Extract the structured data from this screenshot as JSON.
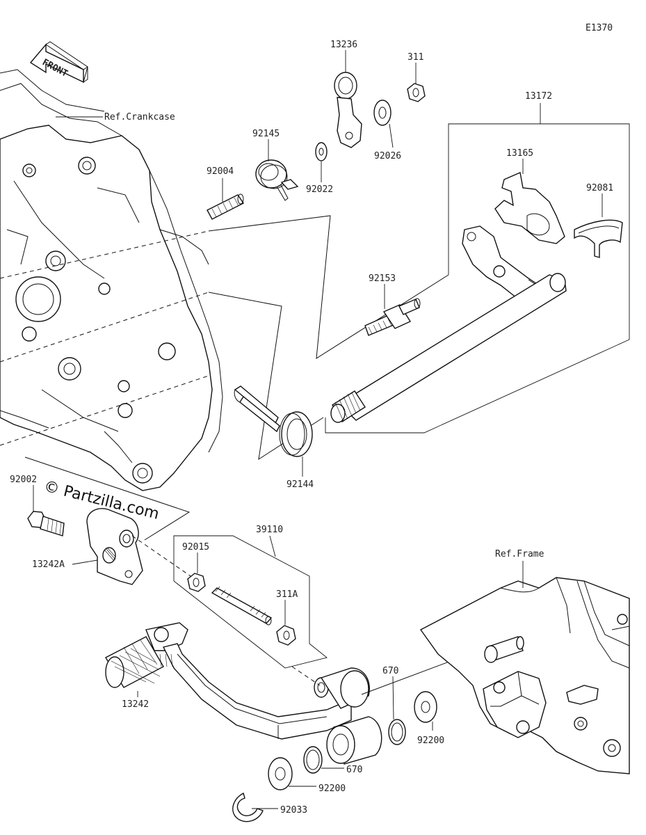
{
  "diagram_code": "E1370",
  "watermark": "© Partzilla.com",
  "front_arrow_label": "FRONT",
  "refs": {
    "crankcase": "Ref.Crankcase",
    "frame": "Ref.Frame"
  },
  "parts": {
    "p13236": "13236",
    "p311": "311",
    "p13172": "13172",
    "p92145": "92145",
    "p92004": "92004",
    "p92022": "92022",
    "p92026": "92026",
    "p13165": "13165",
    "p92081": "92081",
    "p92153": "92153",
    "p92144": "92144",
    "p92002": "92002",
    "p13242A": "13242A",
    "p39110": "39110",
    "p92015": "92015",
    "p311A": "311A",
    "p13242": "13242",
    "p670a": "670",
    "p92200a": "92200",
    "p670b": "670",
    "p92200b": "92200",
    "p92033": "92033"
  }
}
